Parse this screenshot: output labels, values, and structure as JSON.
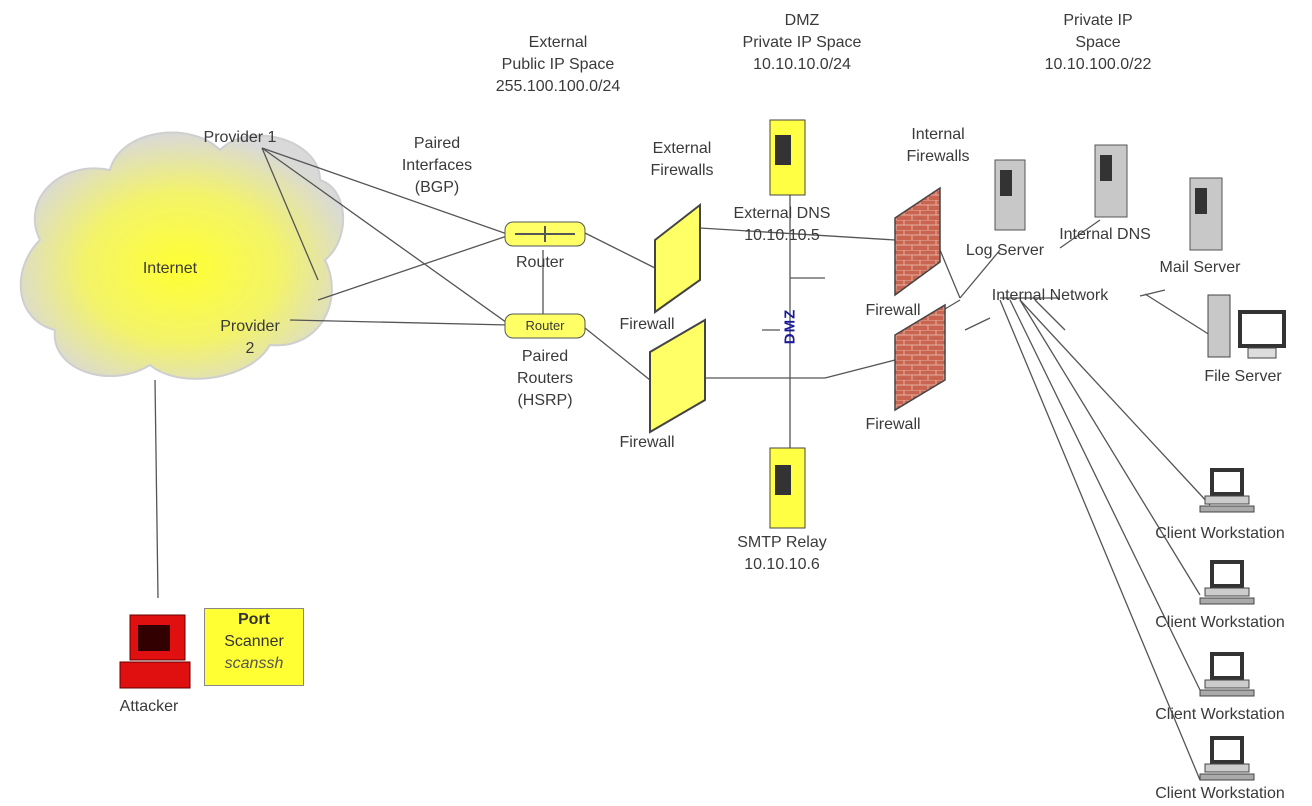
{
  "zones": {
    "external": "External\nPublic IP Space\n255.100.100.0/24",
    "dmz": "DMZ\nPrivate IP Space\n10.10.10.0/24",
    "private": "Private IP\nSpace\n10.10.100.0/22"
  },
  "labels": {
    "provider1": "Provider 1",
    "provider2": "Provider\n2",
    "internet": "Internet",
    "paired_interfaces": "Paired\nInterfaces\n(BGP)",
    "router": "Router",
    "router_badge": "Router",
    "paired_routers": "Paired\nRouters\n(HSRP)",
    "external_firewalls": "External\nFirewalls",
    "firewall_ext_top": "Firewall",
    "firewall_ext_bottom": "Firewall",
    "external_dns": "External DNS\n10.10.10.5",
    "dmz_vertical": "DMZ",
    "smtp_relay": "SMTP Relay\n10.10.10.6",
    "internal_firewalls": "Internal\nFirewalls",
    "firewall_int_top": "Firewall",
    "firewall_int_bottom": "Firewall",
    "log_server": "Log Server",
    "internal_dns": "Internal DNS",
    "mail_server": "Mail Server",
    "internal_network": "Internal Network",
    "file_server": "File Server",
    "client1": "Client Workstation",
    "client2": "Client Workstation",
    "client3": "Client Workstation",
    "client4": "Client Workstation",
    "attacker": "Attacker"
  },
  "scanner": {
    "title": "Port",
    "line2": "Scanner",
    "line3": "scanssh"
  },
  "colors": {
    "cloud": "#d9d9d9",
    "cloud_glow": "#ffff33",
    "firewall_ext": "#ffff66",
    "firewall_int": "#c86450",
    "server": "#c8c8c8",
    "attacker": "#e01010",
    "dmz_text": "#1a1a99"
  }
}
